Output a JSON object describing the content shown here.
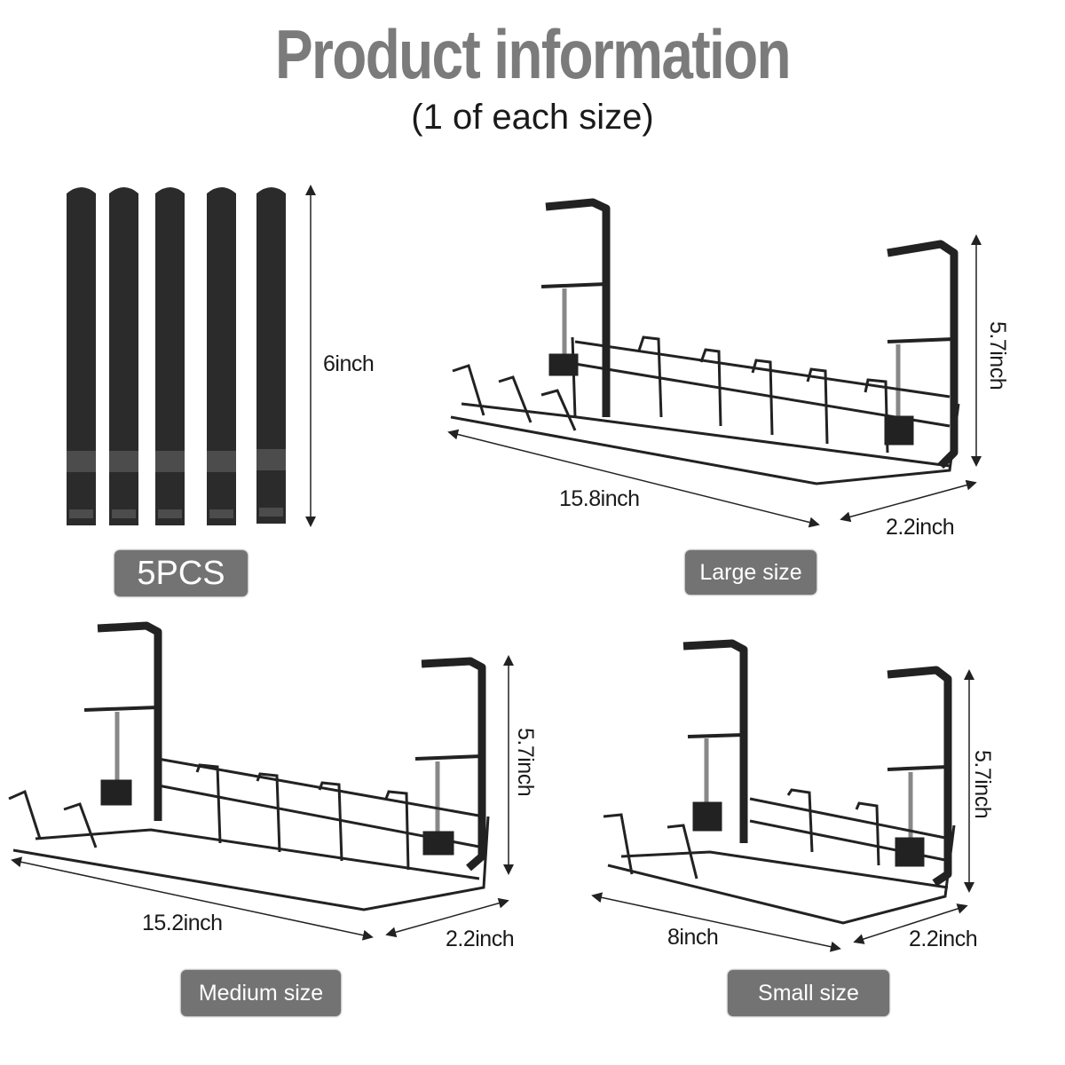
{
  "header": {
    "title": "Product information",
    "subtitle": "(1 of each size)"
  },
  "straps": {
    "count": 5,
    "length_label": "6inch",
    "badge": "5PCS",
    "color": "#2b2b2b"
  },
  "products": [
    {
      "name": "large",
      "badge": "Large size",
      "length": "15.8inch",
      "width": "2.2inch",
      "height": "5.7inch"
    },
    {
      "name": "medium",
      "badge": "Medium size",
      "length": "15.2inch",
      "width": "2.2inch",
      "height": "5.7inch"
    },
    {
      "name": "small",
      "badge": "Small size",
      "length": "8inch",
      "width": "2.2inch",
      "height": "5.7inch"
    }
  ],
  "colors": {
    "title": "#7b7b7b",
    "badge_bg": "#737373",
    "badge_text": "#ffffff",
    "metal": "#222222"
  }
}
